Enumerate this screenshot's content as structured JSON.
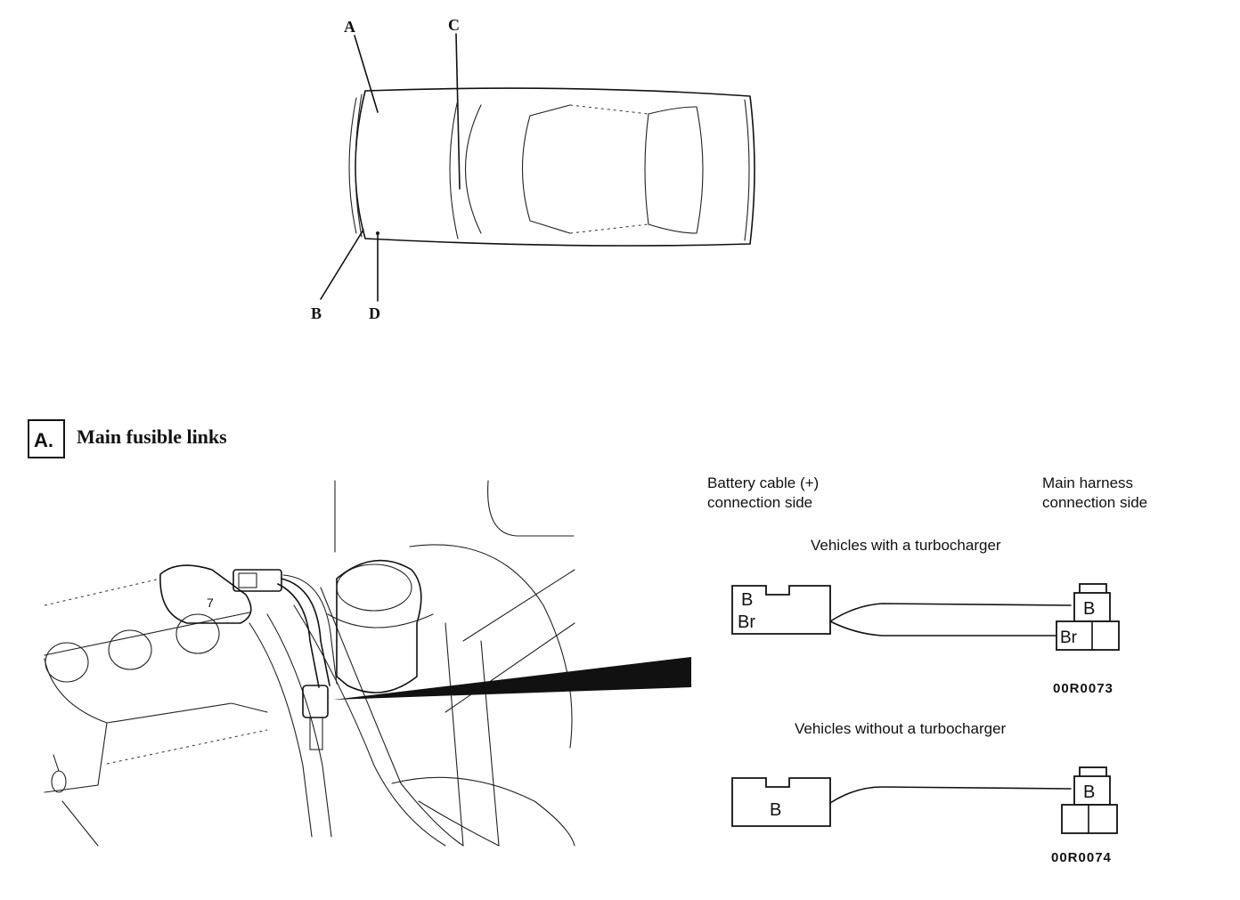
{
  "car_diagram": {
    "callouts": [
      {
        "id": "A",
        "label": "A"
      },
      {
        "id": "B",
        "label": "B"
      },
      {
        "id": "C",
        "label": "C"
      },
      {
        "id": "D",
        "label": "D"
      }
    ]
  },
  "section": {
    "badge": "A.",
    "title": "Main fusible links"
  },
  "connection_labels": {
    "battery_side_line1": "Battery cable (+)",
    "battery_side_line2": "connection side",
    "harness_side_line1": "Main harness",
    "harness_side_line2": "connection side"
  },
  "turbo": {
    "caption": "Vehicles with a turbocharger",
    "left_pins": [
      "B",
      "Br"
    ],
    "right_pins": [
      "B",
      "Br"
    ],
    "code": "00R0073"
  },
  "non_turbo": {
    "caption": "Vehicles without a turbocharger",
    "left_pins": [
      "B"
    ],
    "right_pins": [
      "B"
    ],
    "code": "00R0074"
  }
}
